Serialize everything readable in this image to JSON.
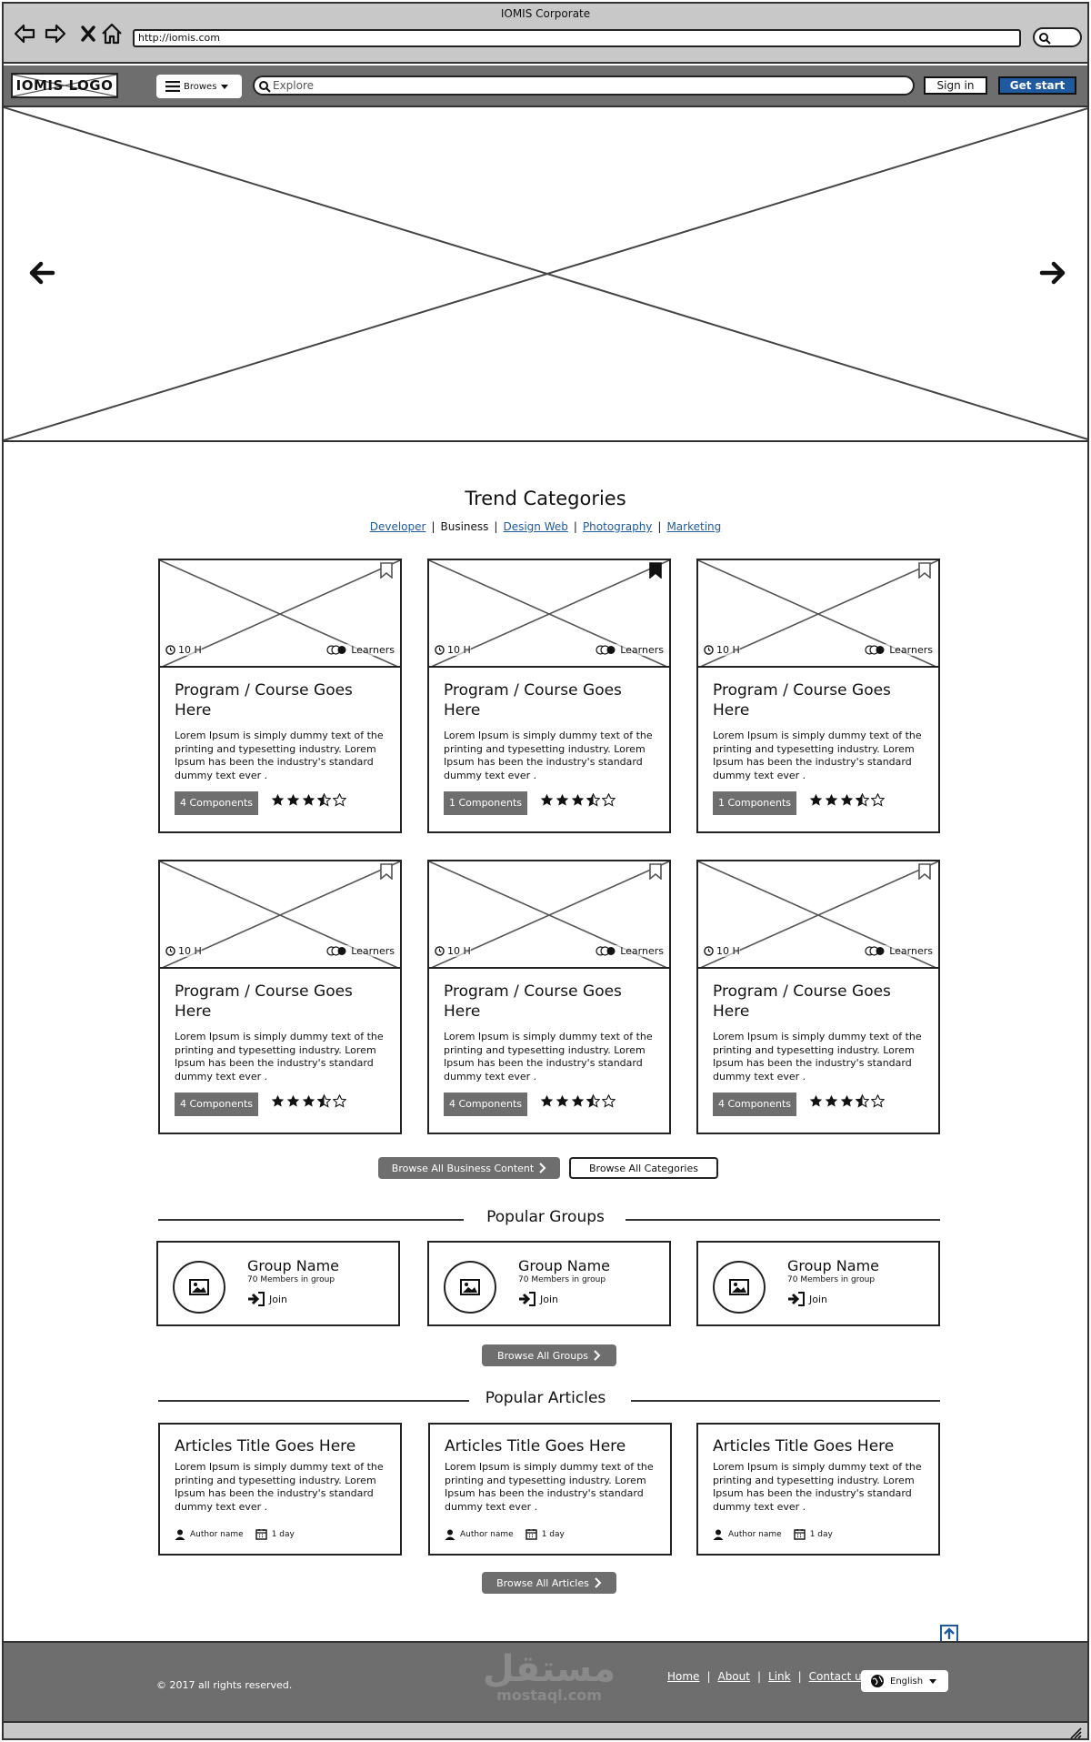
{
  "browser": {
    "window_title": "IOMIS Corporate",
    "url": "http://iomis.com"
  },
  "header": {
    "logo": "IOMIS LOGO",
    "browse_label": "Browes",
    "search_placeholder": "Explore",
    "signin_label": "Sign in",
    "getstart_label": "Get start"
  },
  "trend": {
    "title": "Trend Categories",
    "tabs": [
      "Developer",
      "Business",
      "Design Web",
      "Photography",
      "Marketing"
    ],
    "selected_tab": "Business"
  },
  "courses": [
    {
      "hours": "10 H",
      "learners": "Learners",
      "title": "Program / Course Goes Here",
      "desc": "Lorem Ipsum is simply dummy text of the printing and typesetting industry. Lorem Ipsum has been the industry's standard dummy text ever .",
      "components": "4 Components",
      "rating": 3.5,
      "bookmarked": false
    },
    {
      "hours": "10 H",
      "learners": "Learners",
      "title": "Program / Course Goes Here",
      "desc": "Lorem Ipsum is simply dummy text of the printing and typesetting industry. Lorem Ipsum has been the industry's standard dummy text ever .",
      "components": "1 Components",
      "rating": 3.5,
      "bookmarked": true
    },
    {
      "hours": "10 H",
      "learners": "Learners",
      "title": "Program / Course Goes Here",
      "desc": "Lorem Ipsum is simply dummy text of the printing and typesetting industry. Lorem Ipsum has been the industry's standard dummy text ever .",
      "components": "1 Components",
      "rating": 3.5,
      "bookmarked": false
    },
    {
      "hours": "10 H",
      "learners": "Learners",
      "title": "Program / Course Goes Here",
      "desc": "Lorem Ipsum is simply dummy text of the printing and typesetting industry. Lorem Ipsum has been the industry's standard dummy text ever .",
      "components": "4 Components",
      "rating": 3.5,
      "bookmarked": false
    },
    {
      "hours": "10 H",
      "learners": "Learners",
      "title": "Program / Course Goes Here",
      "desc": "Lorem Ipsum is simply dummy text of the printing and typesetting industry. Lorem Ipsum has been the industry's standard dummy text ever .",
      "components": "4 Components",
      "rating": 3.5,
      "bookmarked": false
    },
    {
      "hours": "10 H",
      "learners": "Learners",
      "title": "Program / Course Goes Here",
      "desc": "Lorem Ipsum is simply dummy text of the printing and typesetting industry. Lorem Ipsum has been the industry's standard dummy text ever .",
      "components": "4 Components",
      "rating": 3.5,
      "bookmarked": false
    }
  ],
  "course_buttons": {
    "browse_business": "Browse All Business Content",
    "browse_categories": "Browse All Categories"
  },
  "groups": {
    "title": "Popular Groups",
    "items": [
      {
        "name": "Group Name",
        "members": "70 Members in group",
        "join": "Join"
      },
      {
        "name": "Group Name",
        "members": "70 Members in group",
        "join": "Join"
      },
      {
        "name": "Group Name",
        "members": "70 Members in group",
        "join": "Join"
      }
    ],
    "browse_label": "Browse All Groups"
  },
  "articles": {
    "title": "Popular Articles",
    "items": [
      {
        "title": "Articles Title Goes Here",
        "desc": "Lorem Ipsum is simply dummy text of the printing and typesetting industry. Lorem Ipsum has been the industry's standard dummy text ever .",
        "author": "Author name",
        "date": "1 day"
      },
      {
        "title": "Articles Title Goes Here",
        "desc": "Lorem Ipsum is simply dummy text of the printing and typesetting industry. Lorem Ipsum has been the industry's standard dummy text ever .",
        "author": "Author name",
        "date": "1 day"
      },
      {
        "title": "Articles Title Goes Here",
        "desc": "Lorem Ipsum is simply dummy text of the printing and typesetting industry. Lorem Ipsum has been the industry's standard dummy text ever .",
        "author": "Author name",
        "date": "1 day"
      }
    ],
    "browse_label": "Browse All Articles"
  },
  "footer": {
    "copyright": "© 2017 all rights reserved.",
    "links": [
      "Home",
      "About",
      "Link",
      "Contact us"
    ],
    "language": "English"
  },
  "watermark": {
    "arabic": "مستقل",
    "latin": "mostaql.com"
  },
  "colors": {
    "accent": "#1f5a9e",
    "dark_gray": "#6e6e6e",
    "chrome_gray": "#c8c8c8"
  },
  "icons": {
    "back": "back-arrow-icon",
    "forward": "forward-arrow-icon",
    "close": "close-icon",
    "home": "home-icon",
    "search": "search-icon",
    "menu": "hamburger-icon",
    "clock": "clock-icon",
    "learners": "learners-icon",
    "bookmark": "bookmark-icon",
    "star": "star-icon",
    "image": "image-icon",
    "join": "sign-in-icon",
    "user": "user-icon",
    "calendar": "calendar-icon",
    "globe": "globe-icon",
    "to_top": "arrow-up-icon"
  }
}
